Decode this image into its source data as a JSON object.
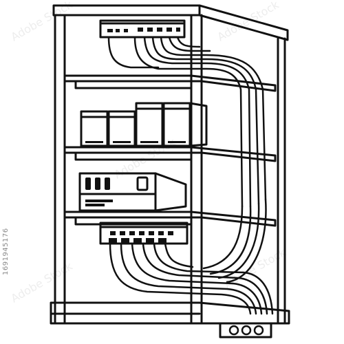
{
  "image": {
    "subject": "server-rack",
    "colors": {
      "line": "#111111",
      "background": "#ffffff",
      "watermark": "#d8d8d8"
    }
  },
  "side_id": "1691945176",
  "watermark_text": "Adobe Stock"
}
